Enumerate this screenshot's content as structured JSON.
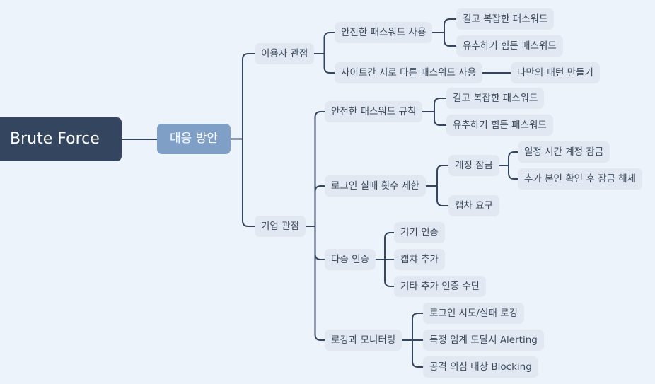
{
  "root": "Brute Force",
  "main": "대응 방안",
  "user": {
    "label": "이용자 관점",
    "safe_pw": "안전한 패스워드 사용",
    "safe_pw_children": [
      "길고 복잡한 패스워드",
      "유추하기 힘든 패스워드"
    ],
    "diff_pw": "사이트간 서로 다른 패스워드 사용",
    "diff_pw_children": [
      "나만의 패턴 만들기"
    ]
  },
  "corp": {
    "label": "기업 관점",
    "rules": "안전한 패스워드 규칙",
    "rules_children": [
      "길고 복잡한 패스워드",
      "유추하기 힘든 패스워드"
    ],
    "login_limit": "로그인 실패 횟수 제한",
    "lock": "계정 잠금",
    "lock_children": [
      "일정 시간 계정 잠금",
      "추가 본인 확인 후 잠금 해제"
    ],
    "captcha": "캡차 요구",
    "mfa": "다중 인증",
    "mfa_children": [
      "기기 인증",
      "캡챠 추가",
      "기타 추가 인증 수단"
    ],
    "logging": "로깅과 모니터링",
    "logging_children": [
      "로그인 시도/실패 로깅",
      "특정 임계 도달시 Alerting",
      "공격 의심 대상 Blocking"
    ]
  },
  "colors": {
    "line": "#34465f",
    "root": "#34465f",
    "main": "#809fc7",
    "node": "#e1e8f1"
  }
}
